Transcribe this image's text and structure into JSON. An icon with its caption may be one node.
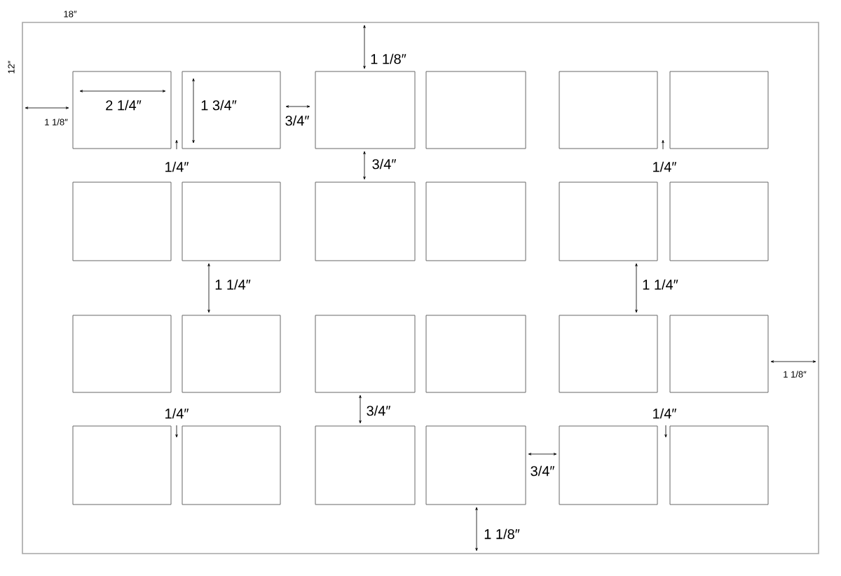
{
  "diagram": {
    "labels": [
      "18″",
      "12″",
      "1 1/8″",
      "2 1/4″",
      "1 3/4″",
      "3/4″",
      "1 1/8″",
      "1/4″",
      "3/4″",
      "1/4″",
      "1 1/4″",
      "1 1/4″",
      "1 1/8″",
      "1/4″",
      "3/4″",
      "1/4″",
      "3/4″",
      "1 1/8″"
    ]
  }
}
